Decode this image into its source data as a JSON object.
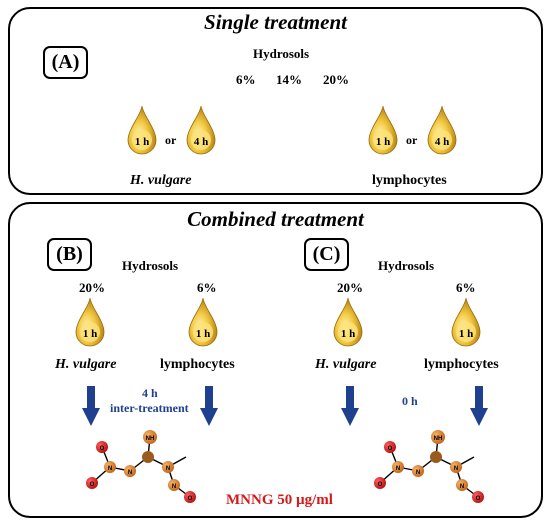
{
  "single": {
    "title": "Single treatment",
    "label": "(A)",
    "hydrosols_label": "Hydrosols",
    "concentrations": [
      "6%",
      "14%",
      "20%"
    ],
    "left_group": {
      "drop1": "1 h",
      "or": "or",
      "drop2": "4 h",
      "organism": "H. vulgare"
    },
    "right_group": {
      "drop1": "1 h",
      "or": "or",
      "drop2": "4 h",
      "organism": "lymphocytes"
    }
  },
  "combined": {
    "title": "Combined treatment",
    "panel_b": {
      "label": "(B)",
      "hydrosols_label": "Hydrosols",
      "left": {
        "conc": "20%",
        "drop": "1 h",
        "organism": "H. vulgare"
      },
      "right": {
        "conc": "6%",
        "drop": "1 h",
        "organism": "lymphocytes"
      },
      "inter_time": "4 h",
      "inter_label": "inter-treatment"
    },
    "panel_c": {
      "label": "(C)",
      "hydrosols_label": "Hydrosols",
      "left": {
        "conc": "20%",
        "drop": "1 h",
        "organism": "H. vulgare"
      },
      "right": {
        "conc": "6%",
        "drop": "1 h",
        "organism": "lymphocytes"
      },
      "inter_time": "0 h"
    },
    "mnng_label": "MNNG 50 µg/ml",
    "molecule_atoms": {
      "nh": "NH",
      "n": "N",
      "o": "O"
    }
  },
  "colors": {
    "drop_gold": "#d9a21b",
    "arrow_blue": "#1f3f8f",
    "mnng_red": "#d31b1b",
    "atom_orange": "#d9842a",
    "atom_red": "#d62020"
  }
}
